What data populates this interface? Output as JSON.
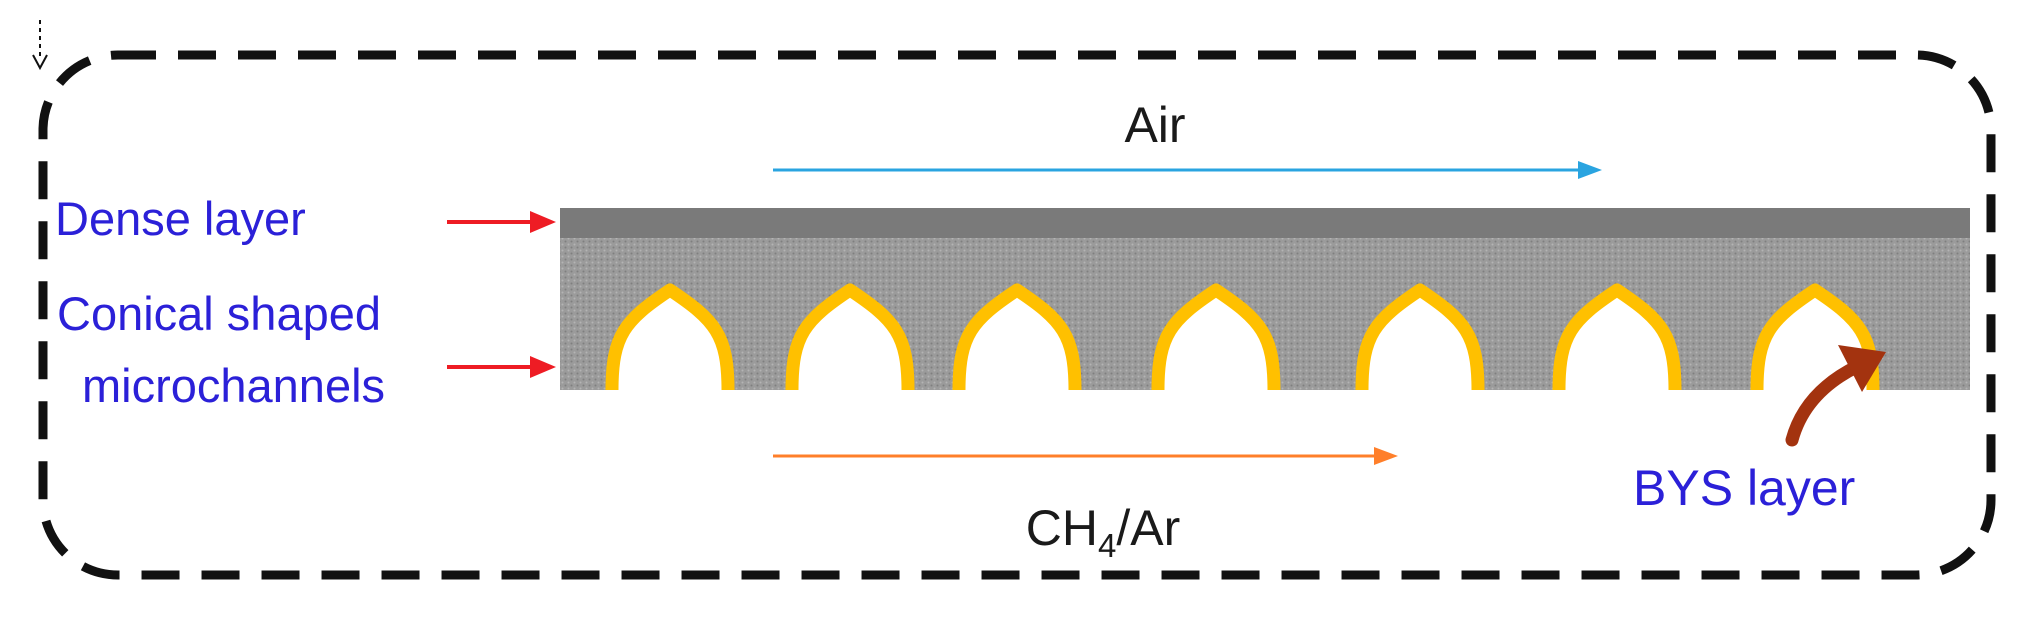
{
  "labels": {
    "air": "Air",
    "dense_layer": "Dense layer",
    "conical_line1": "Conical shaped",
    "conical_line2": "microchannels",
    "gas_main": "CH",
    "gas_sub": "4",
    "gas_rest": "/Ar",
    "bys_layer": "BYS layer"
  },
  "colors": {
    "label_blue": "#2b20d8",
    "label_black": "#1a1a1a",
    "air_arrow": "#2aa4e0",
    "gas_arrow": "#ff7f2a",
    "pointer_arrow": "#ee1c24",
    "bys_arrow": "#a3330f",
    "dense_layer": "#7a7a7a",
    "porous_body": "#9b9b9b",
    "bys_coating": "#ffc000",
    "dashed_border": "#111111"
  },
  "icons": {
    "pointer": "right-arrow-icon",
    "flow": "flow-arrow-icon",
    "curved": "curved-arrow-icon"
  },
  "microchannels": {
    "count": 7
  }
}
